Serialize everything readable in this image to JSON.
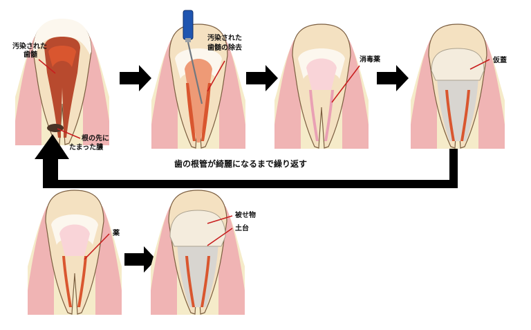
{
  "labels": {
    "infected_pulp": [
      "汚染された",
      "歯髄"
    ],
    "pus": [
      "根の先に",
      "たまった膿"
    ],
    "pulp_removal": [
      "汚染された",
      "歯髄の除去"
    ],
    "disinfectant": "消毒薬",
    "temp_cap": "仮蓋",
    "repeat_loop": "歯の根管が綺麗になるまで繰り返す",
    "medicine": "薬",
    "crown": "被せ物",
    "core": "土台"
  },
  "colors": {
    "gum": "#f0b4b4",
    "bone": "#f5ebc9",
    "dentin": "#f4e1c1",
    "enamel": "#fcf7ee",
    "pulp": "#d9562f",
    "pulp_light": "#ee9a76",
    "arrow": "#000000",
    "leader": "#c81e1e",
    "file_handle": "#1f55b0"
  }
}
